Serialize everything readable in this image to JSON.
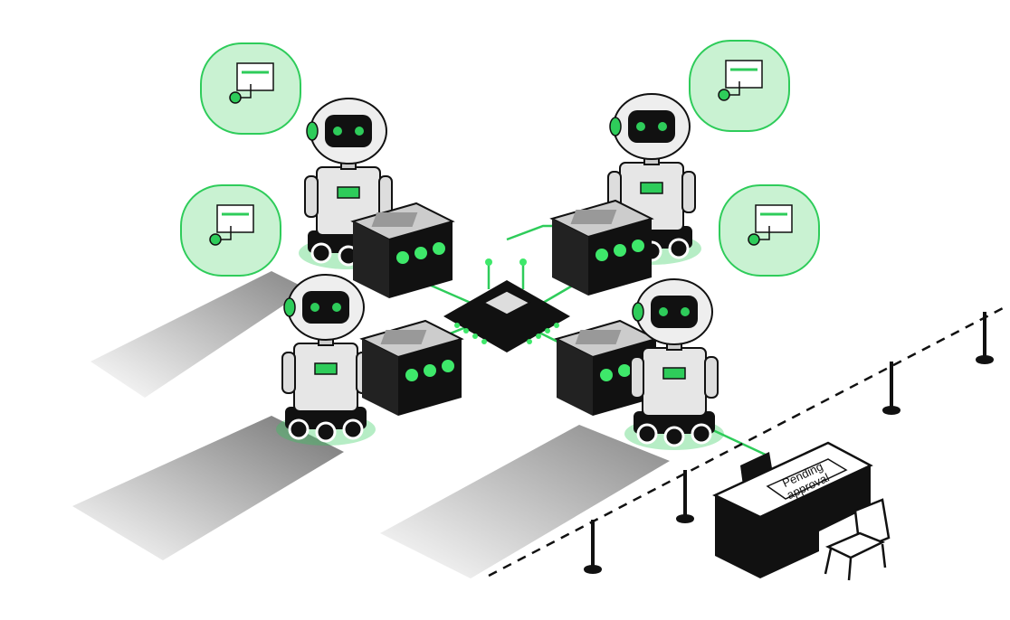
{
  "scene": {
    "sign": {
      "line1": "Pending",
      "line2": "approval"
    },
    "icons": [
      "robot",
      "control-box",
      "processor-chip",
      "speech-bubble-diagram",
      "reception-desk",
      "chair",
      "stanchion-barrier"
    ]
  },
  "colors": {
    "accent": "#2ecc5a",
    "accent_light": "#c9f2d2",
    "ink": "#111111",
    "robot_body": "#e6e6e6"
  }
}
